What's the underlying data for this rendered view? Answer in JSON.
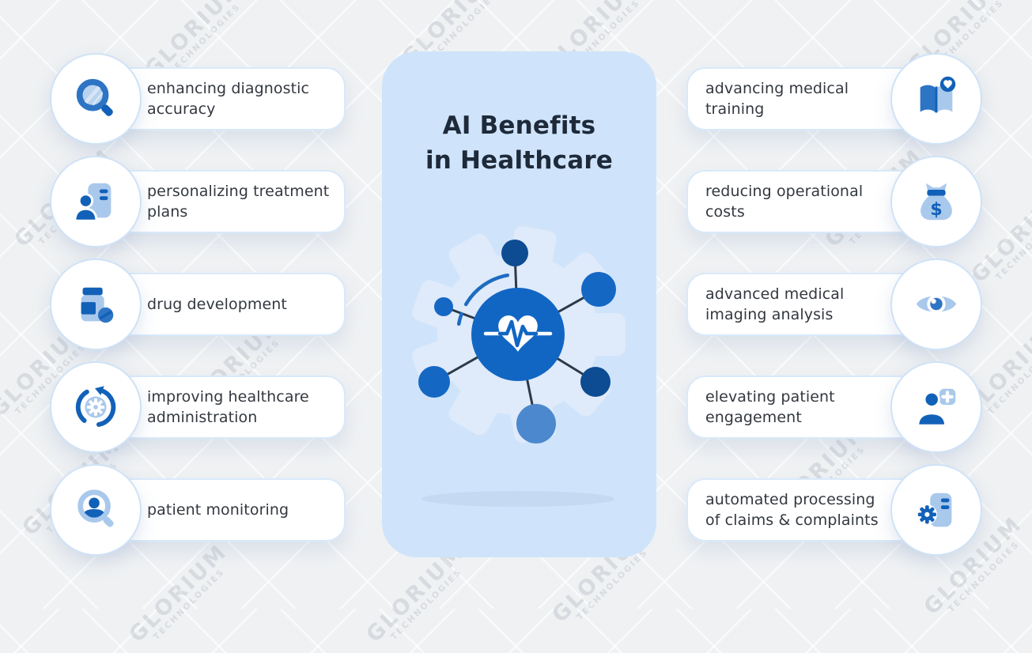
{
  "title": {
    "line1": "AI Benefits",
    "line2": "in Healthcare"
  },
  "watermark": {
    "line1": "GLORIUM",
    "line2": "TECHNOLOGIES"
  },
  "left_benefits": [
    {
      "label": "enhancing diagnostic accuracy",
      "icon": "magnifier-icon"
    },
    {
      "label": "personalizing treatment plans",
      "icon": "person-document-icon"
    },
    {
      "label": "drug development",
      "icon": "medicine-bottle-icon"
    },
    {
      "label": "improving healthcare administration",
      "icon": "sync-gear-icon"
    },
    {
      "label": "patient monitoring",
      "icon": "patient-magnifier-icon"
    }
  ],
  "right_benefits": [
    {
      "label": "advancing medical training",
      "icon": "book-heart-icon"
    },
    {
      "label": "reducing operational costs",
      "icon": "money-bag-icon",
      "currency_symbol": "$"
    },
    {
      "label": "advanced medical imaging analysis",
      "icon": "eye-icon"
    },
    {
      "label": "elevating patient engagement",
      "icon": "patient-plus-icon"
    },
    {
      "label": "automated processing of claims & complaints",
      "icon": "gear-document-icon"
    }
  ],
  "colors": {
    "background": "#eff1f3",
    "panel": "#cfe4fa",
    "card_border": "#d9e9fa",
    "badge_border": "#cfe2f7",
    "title_text": "#1e2a3a",
    "label_text": "#33383f",
    "blue_dark": "#1261b8",
    "blue_medium": "#2e74c4",
    "blue_light": "#a9c9ec",
    "gear_fill": "#dfeafa",
    "hub_blue": "#1166c3",
    "node_navy": "#0d4c92",
    "node_blue": "#1567c4",
    "node_soft_blue": "#4c88cd",
    "connector": "#2c3947",
    "shadow_ellipse": "#c5d9f2"
  }
}
